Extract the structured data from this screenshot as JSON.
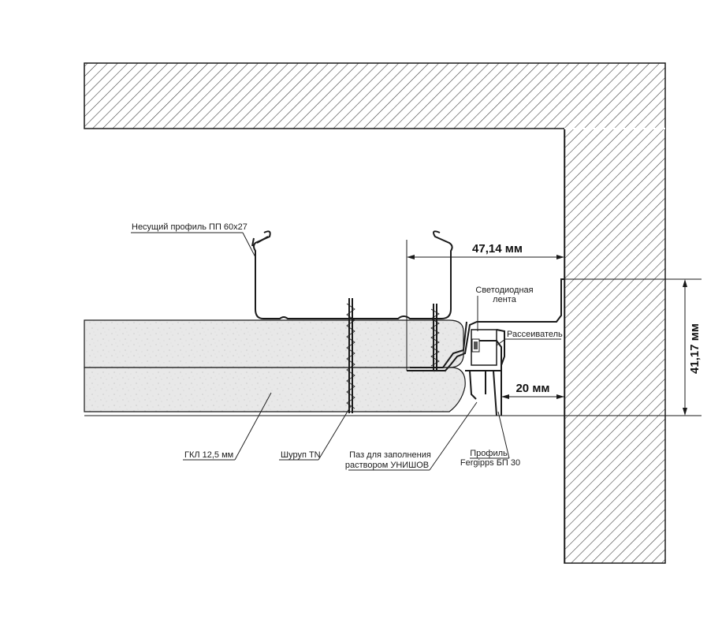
{
  "labels": {
    "profile_pp": "Несущий профиль ПП 60х27",
    "led_strip_1": "Светодиодная",
    "led_strip_2": "лента",
    "diffuser": "Рассеиватель",
    "gkl": "ГКЛ 12,5 мм",
    "screw": "Шуруп TN",
    "groove_1": "Паз для заполнения",
    "groove_2": "раствором УНИШОВ",
    "profile_bp_1": "Профиль",
    "profile_bp_2": "Fergipps БП 30"
  },
  "dimensions": {
    "horizontal_top": "47,14 мм",
    "vertical_right": "41,17 мм",
    "horizontal_small": "20 мм"
  },
  "colors": {
    "line": "#1a1a1a",
    "gypsum_fill": "#e6e6e6",
    "hatch": "#333333"
  }
}
